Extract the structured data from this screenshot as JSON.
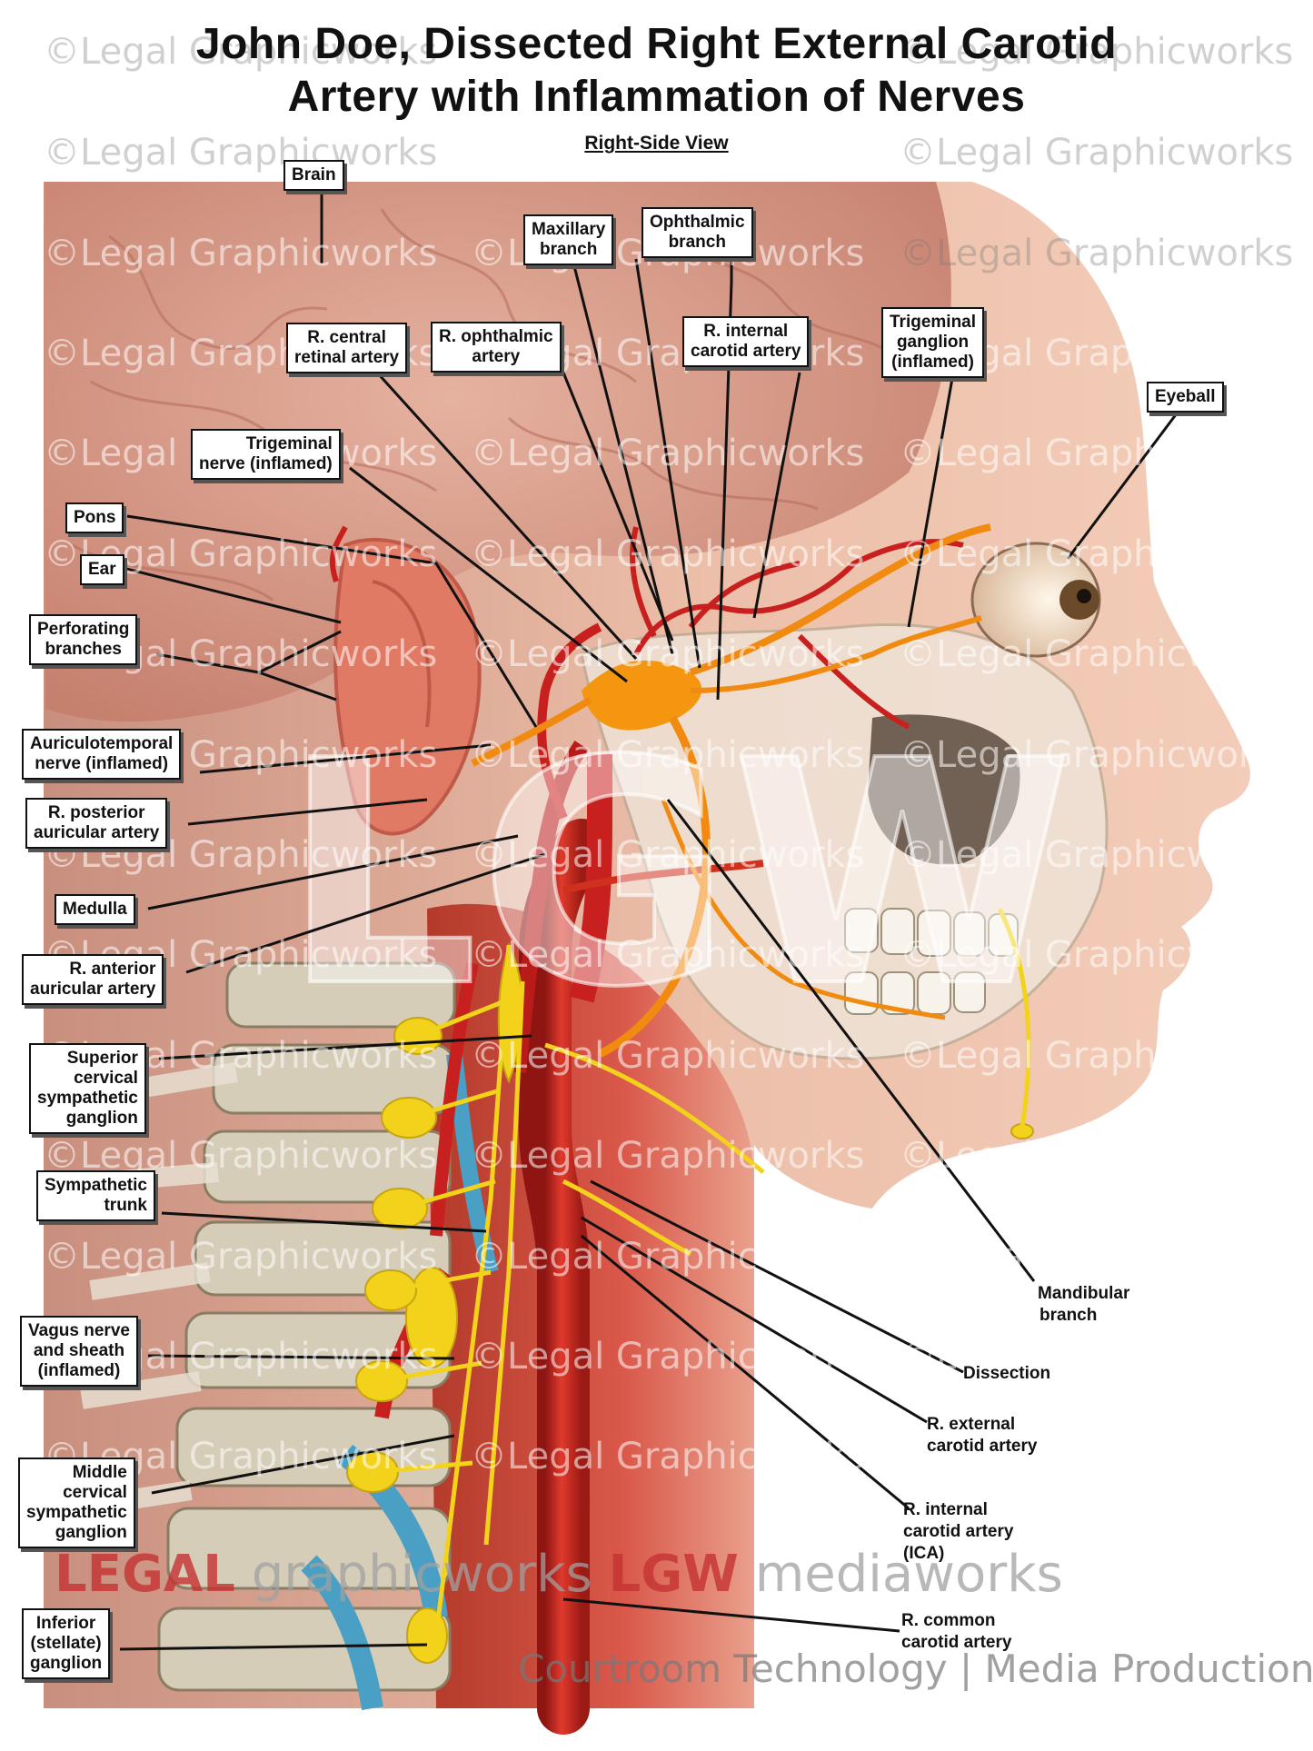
{
  "title": {
    "line1": "John Doe, Dissected Right External Carotid",
    "line2": "Artery with Inflammation of Nerves"
  },
  "view_label": "Right-Side View",
  "labels": {
    "brain": "Brain",
    "maxillary_branch": [
      "Maxillary",
      "branch"
    ],
    "ophthalmic_branch": [
      "Ophthalmic",
      "branch"
    ],
    "central_retinal_artery": [
      "R. central",
      "retinal artery"
    ],
    "ophthalmic_artery": [
      "R. ophthalmic",
      "artery"
    ],
    "internal_carotid_upper": [
      "R. internal",
      "carotid artery"
    ],
    "trigeminal_ganglion": [
      "Trigeminal",
      "ganglion",
      "(inflamed)"
    ],
    "eyeball": "Eyeball",
    "trigeminal_nerve": [
      "Trigeminal",
      "nerve (inflamed)"
    ],
    "pons": "Pons",
    "ear": "Ear",
    "perforating_branches": [
      "Perforating",
      "branches"
    ],
    "auriculotemporal_nerve": [
      "Auriculotemporal",
      "nerve (inflamed)"
    ],
    "posterior_auricular_artery": [
      "R. posterior",
      "auricular artery"
    ],
    "medulla": "Medulla",
    "anterior_auricular_artery": [
      "R. anterior",
      "auricular artery"
    ],
    "superior_cervical_ganglion": [
      "Superior",
      "cervical",
      "sympathetic",
      "ganglion"
    ],
    "sympathetic_trunk": [
      "Sympathetic",
      "trunk"
    ],
    "vagus_nerve": [
      "Vagus nerve",
      "and sheath",
      "(inflamed)"
    ],
    "middle_cervical_ganglion": [
      "Middle",
      "cervical",
      "sympathetic",
      "ganglion"
    ],
    "inferior_ganglion": [
      "Inferior",
      "(stellate)",
      "ganglion"
    ],
    "mandibular_branch": [
      "Mandibular",
      "branch"
    ],
    "dissection": "Dissection",
    "external_carotid": [
      "R. external",
      "carotid artery"
    ],
    "internal_carotid_lower": [
      "R. internal",
      "carotid artery",
      "(ICA)"
    ],
    "common_carotid": [
      "R. common",
      "carotid artery"
    ]
  },
  "watermark": {
    "text": "©Legal Graphicworks",
    "logo": "LGW",
    "footer_line1_a": "LEGAL",
    "footer_line1_b": " graphicworks ",
    "footer_line1_c": "LGW",
    "footer_line1_d": " mediaworks",
    "footer_line2": "Courtroom Technology | Media Production"
  },
  "colors": {
    "artery": "#c8201e",
    "nerve_inflamed": "#f08a10",
    "nerve": "#f2d21a",
    "skin": "#e9b6a0",
    "brain": "#d79b88",
    "bone": "#e8e2d4",
    "vein": "#4a9fc4"
  }
}
